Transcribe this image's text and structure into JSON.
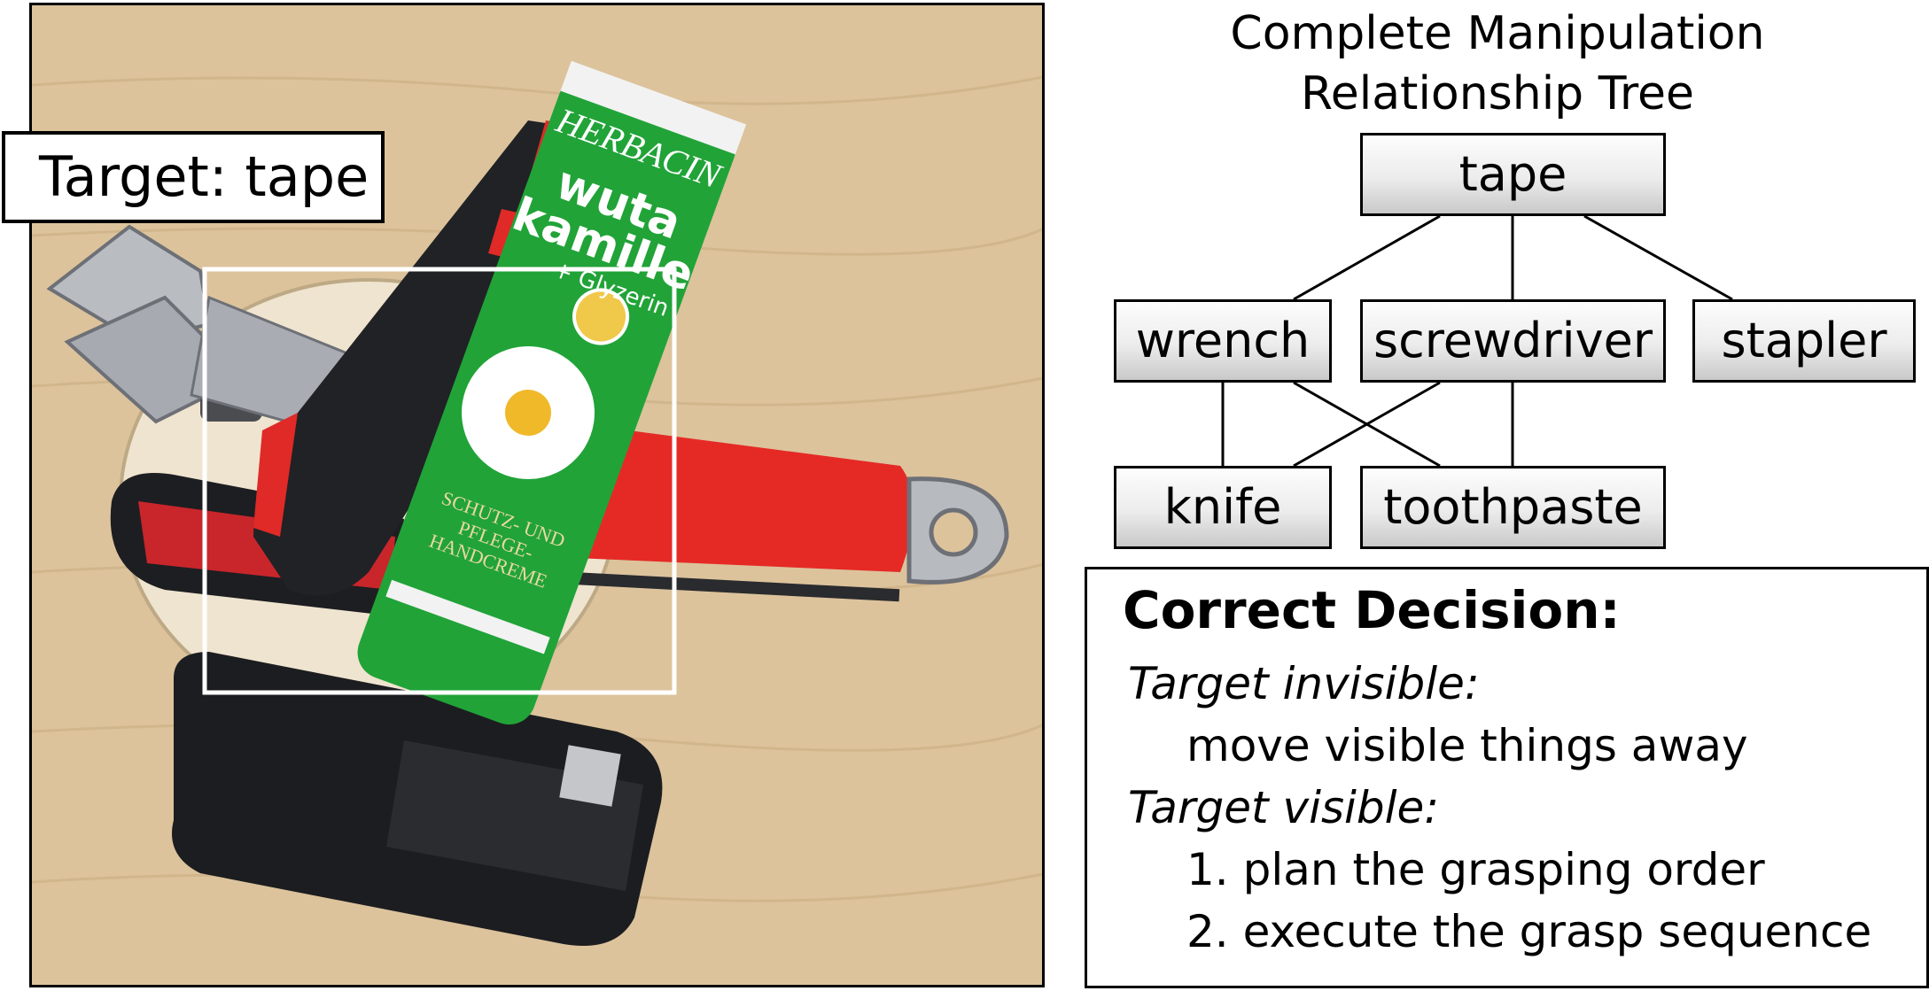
{
  "photo": {
    "target_label": "Target: tape",
    "product_text": [
      "HERBACIN",
      "wuta",
      "kamille",
      "+ Glyzerin",
      "SCHUTZ- UND",
      "PFLEGE-",
      "HANDCREME"
    ]
  },
  "tree": {
    "title_lines": [
      "Complete Manipulation",
      "Relationship Tree"
    ],
    "nodes": {
      "tape": "tape",
      "wrench": "wrench",
      "screwdriver": "screwdriver",
      "stapler": "stapler",
      "knife": "knife",
      "toothpaste": "toothpaste"
    }
  },
  "decision": {
    "title": "Correct Decision:",
    "invisible_label": "Target invisible:",
    "invisible_action": "move visible things away",
    "visible_label": "Target visible:",
    "visible_steps": [
      "1. plan the grasping order",
      "2. execute the grasp sequence"
    ]
  }
}
